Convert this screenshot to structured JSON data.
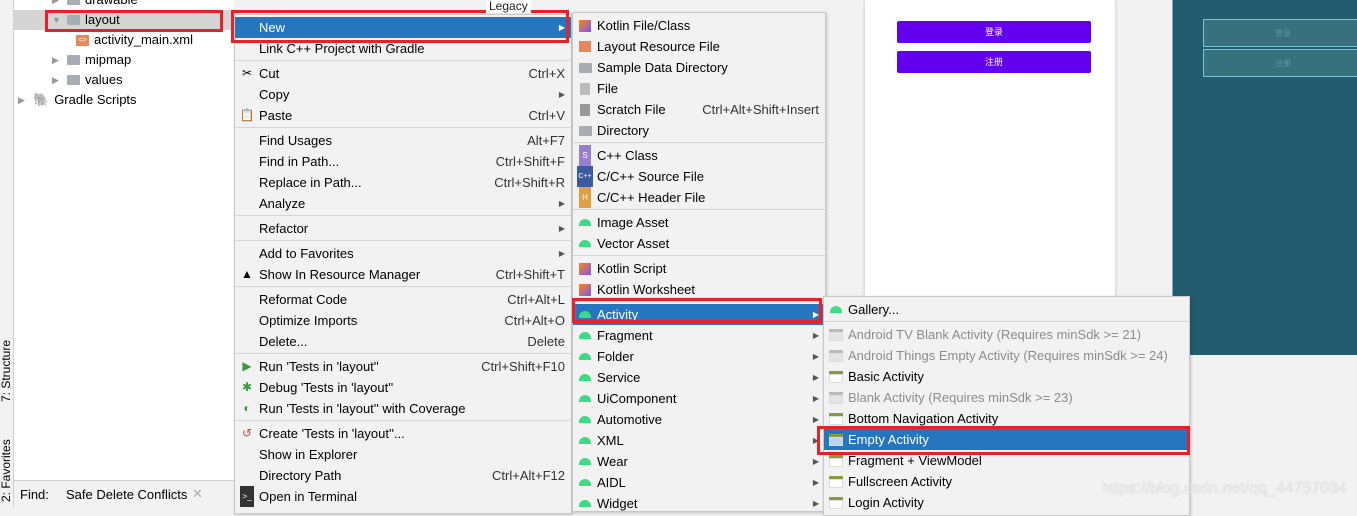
{
  "tool_windows": {
    "structure": "7: Structure",
    "favorites": "2: Favorites"
  },
  "tree": [
    {
      "label": "drawable",
      "indent": 1,
      "kind": "folder",
      "expanded": false
    },
    {
      "label": "layout",
      "indent": 1,
      "kind": "folder",
      "expanded": true,
      "selected": true
    },
    {
      "label": "activity_main.xml",
      "indent": 2,
      "kind": "xml"
    },
    {
      "label": "mipmap",
      "indent": 1,
      "kind": "folder",
      "expanded": false
    },
    {
      "label": "values",
      "indent": 1,
      "kind": "folder",
      "expanded": false
    },
    {
      "label": "Gradle Scripts",
      "indent": 0,
      "kind": "gradle",
      "expanded": false
    }
  ],
  "find_bar": {
    "label": "Find:",
    "tab": "Safe Delete Conflicts"
  },
  "editor": {
    "legacy_label": "Legacy",
    "preview_buttons": [
      "登录",
      "注册"
    ],
    "blueprint_buttons": [
      "登录",
      "注册"
    ]
  },
  "context_menu": [
    {
      "label": "New",
      "submenu": true,
      "selected": true
    },
    {
      "label": "Link C++ Project with Gradle"
    },
    {
      "sep": true
    },
    {
      "label": "Cut",
      "shortcut": "Ctrl+X",
      "icon": "scissors-icon"
    },
    {
      "label": "Copy",
      "submenu": true
    },
    {
      "label": "Paste",
      "shortcut": "Ctrl+V",
      "icon": "clipboard-icon"
    },
    {
      "sep": true
    },
    {
      "label": "Find Usages",
      "shortcut": "Alt+F7"
    },
    {
      "label": "Find in Path...",
      "shortcut": "Ctrl+Shift+F"
    },
    {
      "label": "Replace in Path...",
      "shortcut": "Ctrl+Shift+R"
    },
    {
      "label": "Analyze",
      "submenu": true
    },
    {
      "sep": true
    },
    {
      "label": "Refactor",
      "submenu": true
    },
    {
      "sep": true
    },
    {
      "label": "Add to Favorites",
      "submenu": true
    },
    {
      "label": "Show In Resource Manager",
      "shortcut": "Ctrl+Shift+T",
      "icon": "resource-manager-icon"
    },
    {
      "sep": true
    },
    {
      "label": "Reformat Code",
      "shortcut": "Ctrl+Alt+L"
    },
    {
      "label": "Optimize Imports",
      "shortcut": "Ctrl+Alt+O"
    },
    {
      "label": "Delete...",
      "shortcut": "Delete"
    },
    {
      "sep": true
    },
    {
      "label": "Run 'Tests in 'layout''",
      "shortcut": "Ctrl+Shift+F10",
      "icon": "run-icon"
    },
    {
      "label": "Debug 'Tests in 'layout''",
      "icon": "debug-icon"
    },
    {
      "label": "Run 'Tests in 'layout'' with Coverage",
      "icon": "coverage-icon"
    },
    {
      "sep": true
    },
    {
      "label": "Create 'Tests in 'layout''...",
      "icon": "create-test-icon"
    },
    {
      "label": "Show in Explorer"
    },
    {
      "label": "Directory Path",
      "shortcut": "Ctrl+Alt+F12"
    },
    {
      "label": "Open in Terminal",
      "icon": "terminal-icon"
    }
  ],
  "new_menu": [
    {
      "label": "Kotlin File/Class",
      "icon": "kotlin-icon"
    },
    {
      "label": "Layout Resource File",
      "icon": "layout-file-icon"
    },
    {
      "label": "Sample Data Directory",
      "icon": "folder-icon"
    },
    {
      "label": "File",
      "icon": "file-icon"
    },
    {
      "label": "Scratch File",
      "shortcut": "Ctrl+Alt+Shift+Insert",
      "icon": "scratch-file-icon"
    },
    {
      "label": "Directory",
      "icon": "folder-icon"
    },
    {
      "sep": true
    },
    {
      "label": "C++ Class",
      "icon": "cpp-class-icon"
    },
    {
      "label": "C/C++ Source File",
      "icon": "cpp-source-icon"
    },
    {
      "label": "C/C++ Header File",
      "icon": "cpp-header-icon"
    },
    {
      "sep": true
    },
    {
      "label": "Image Asset",
      "icon": "android-icon"
    },
    {
      "label": "Vector Asset",
      "icon": "android-icon"
    },
    {
      "sep": true
    },
    {
      "label": "Kotlin Script",
      "icon": "kotlin-icon"
    },
    {
      "label": "Kotlin Worksheet",
      "icon": "kotlin-icon"
    },
    {
      "sep": true
    },
    {
      "label": "Activity",
      "submenu": true,
      "selected": true,
      "icon": "android-icon"
    },
    {
      "label": "Fragment",
      "submenu": true,
      "icon": "android-icon"
    },
    {
      "label": "Folder",
      "submenu": true,
      "icon": "android-icon"
    },
    {
      "label": "Service",
      "submenu": true,
      "icon": "android-icon"
    },
    {
      "label": "UiComponent",
      "submenu": true,
      "icon": "android-icon"
    },
    {
      "label": "Automotive",
      "submenu": true,
      "icon": "android-icon"
    },
    {
      "label": "XML",
      "submenu": true,
      "icon": "android-icon"
    },
    {
      "label": "Wear",
      "submenu": true,
      "icon": "android-icon"
    },
    {
      "label": "AIDL",
      "submenu": true,
      "icon": "android-icon"
    },
    {
      "label": "Widget",
      "submenu": true,
      "icon": "android-icon"
    }
  ],
  "activity_menu": [
    {
      "label": "Gallery...",
      "icon": "android-icon"
    },
    {
      "sep": true
    },
    {
      "label": "Android TV Blank Activity (Requires minSdk >= 21)",
      "disabled": true,
      "icon": "template-icon"
    },
    {
      "label": "Android Things Empty Activity (Requires minSdk >= 24)",
      "disabled": true,
      "icon": "template-icon"
    },
    {
      "label": "Basic Activity",
      "icon": "template-icon"
    },
    {
      "label": "Blank Activity (Requires minSdk >= 23)",
      "disabled": true,
      "icon": "template-icon"
    },
    {
      "label": "Bottom Navigation Activity",
      "icon": "template-icon"
    },
    {
      "label": "Empty Activity",
      "selected": true,
      "icon": "template-icon"
    },
    {
      "label": "Fragment + ViewModel",
      "icon": "template-icon"
    },
    {
      "label": "Fullscreen Activity",
      "icon": "template-icon"
    },
    {
      "label": "Login Activity",
      "icon": "template-icon"
    }
  ],
  "watermark": "https://blog.csdn.net/qq_44757034",
  "colors": {
    "selection": "#2675bf",
    "highlight_box": "#e8202a",
    "preview_button": "#6200ee",
    "blueprint": "#235b6e"
  }
}
